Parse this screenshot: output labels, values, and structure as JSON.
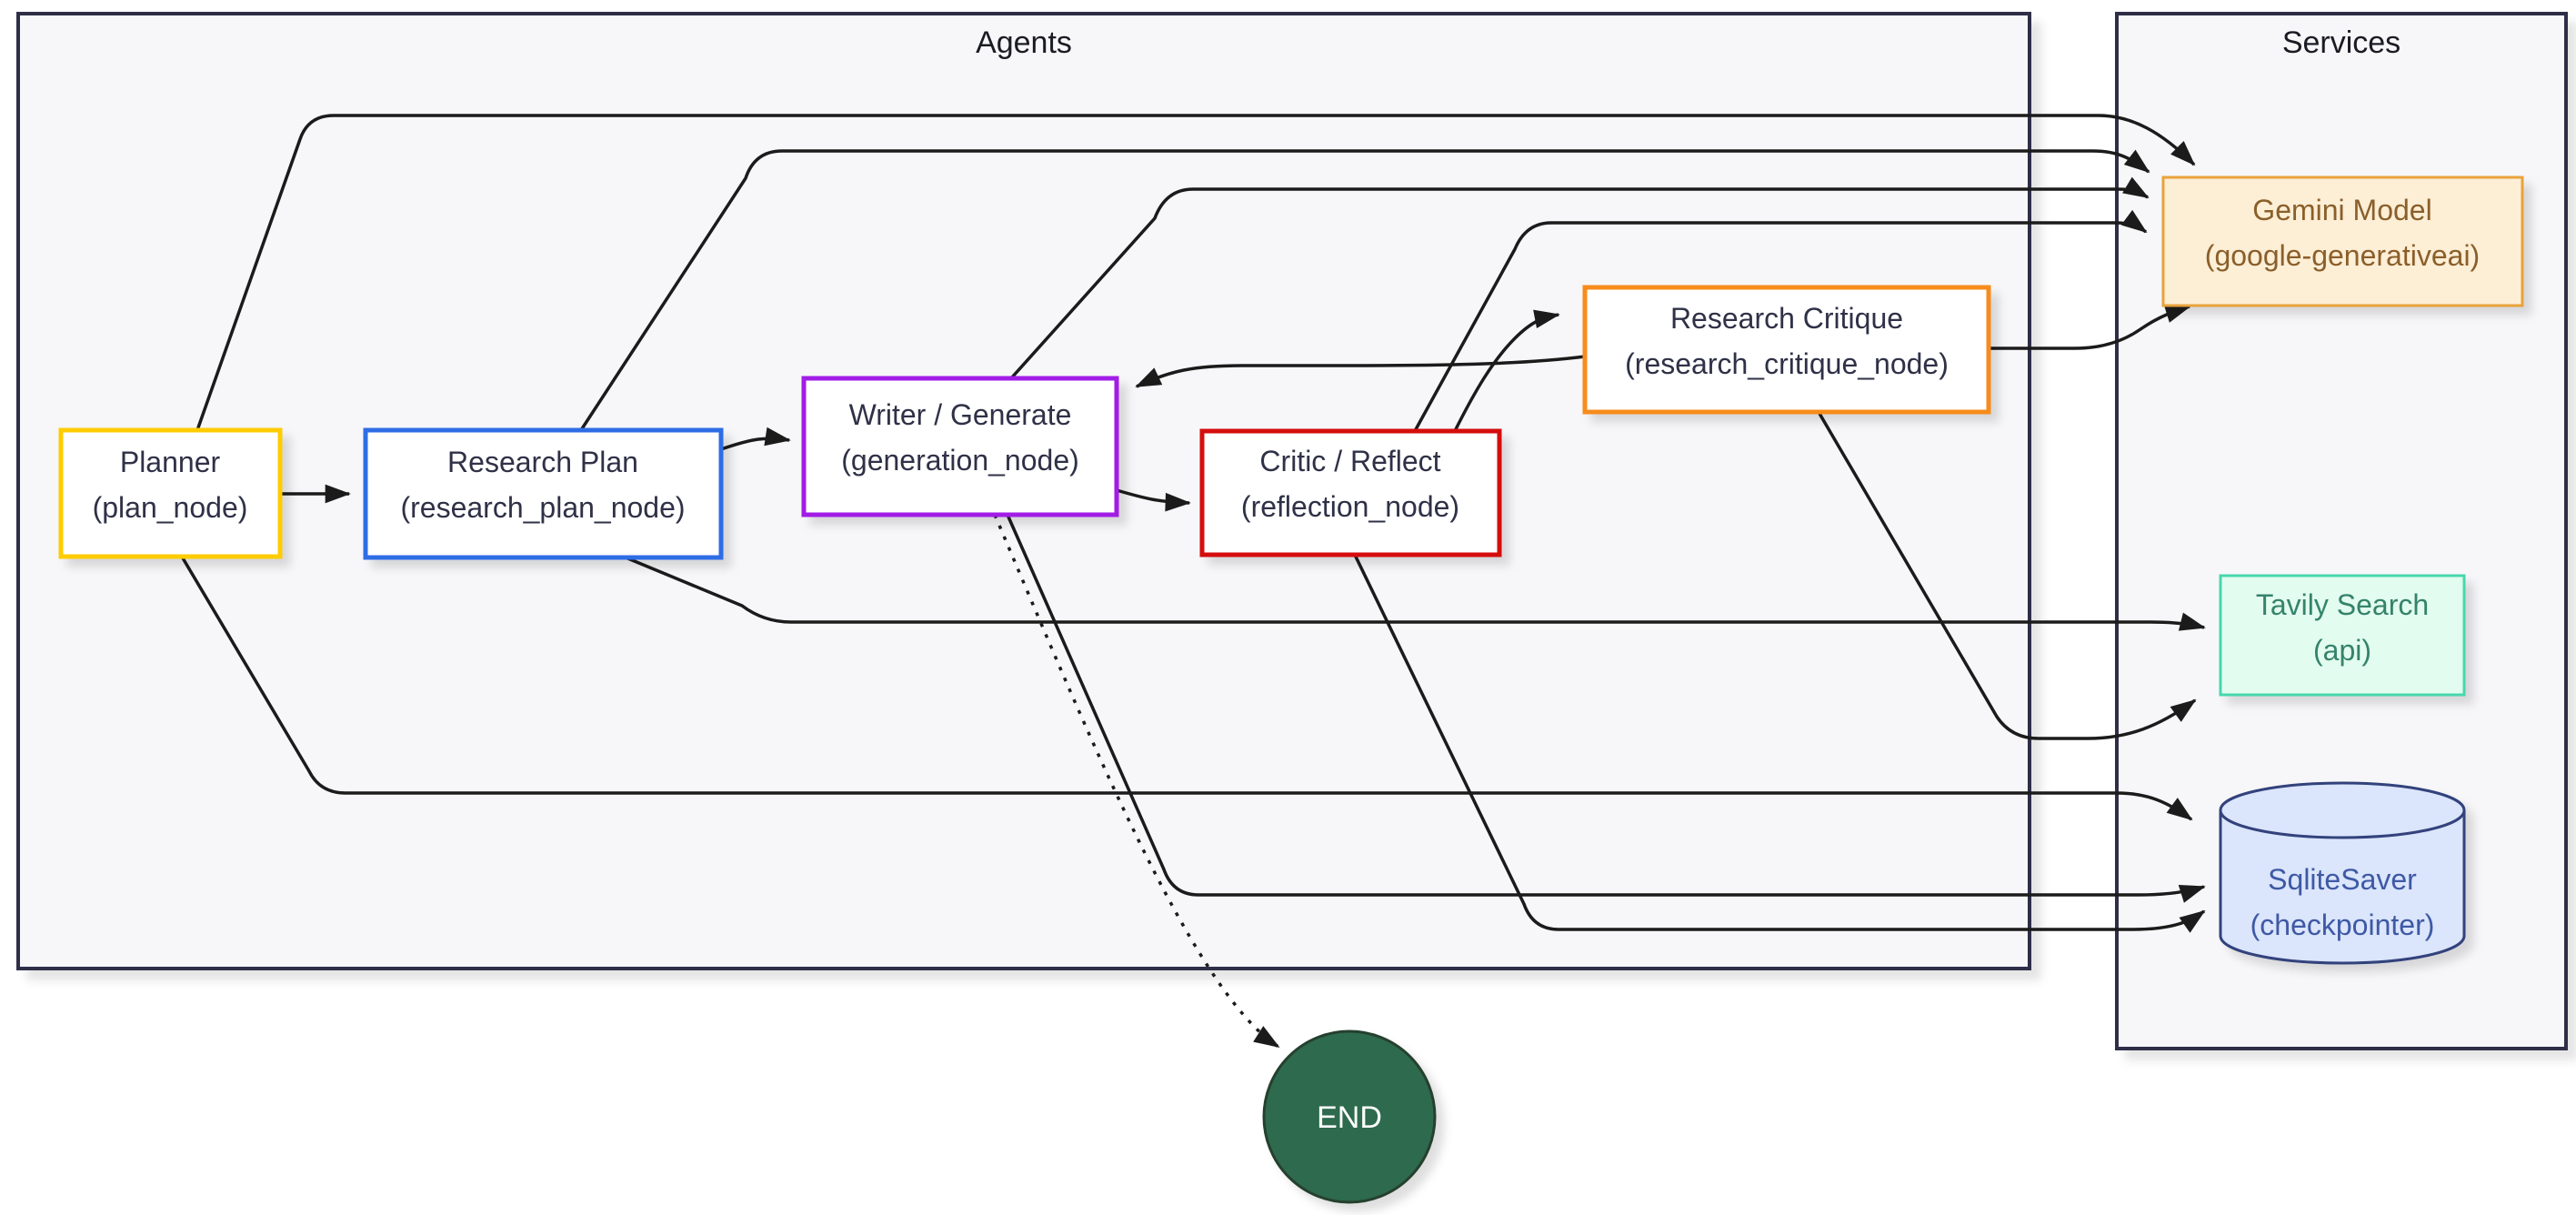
{
  "diagram": {
    "type": "flowchart",
    "clusters": {
      "agents": {
        "label": "Agents"
      },
      "services": {
        "label": "Services"
      }
    },
    "nodes": {
      "planner": {
        "label": "Planner",
        "sublabel": "(plan_node)",
        "border_color": "#ffcc00",
        "fill": "#ffffff"
      },
      "research_plan": {
        "label": "Research Plan",
        "sublabel": "(research_plan_node)",
        "border_color": "#2e6de6",
        "fill": "#ffffff"
      },
      "writer": {
        "label": "Writer / Generate",
        "sublabel": "(generation_node)",
        "border_color": "#a21fe6",
        "fill": "#ffffff"
      },
      "critic": {
        "label": "Critic / Reflect",
        "sublabel": "(reflection_node)",
        "border_color": "#d50a0a",
        "fill": "#ffffff"
      },
      "research_critique": {
        "label": "Research Critique",
        "sublabel": "(research_critique_node)",
        "border_color": "#f78c1f",
        "fill": "#ffffff"
      },
      "gemini": {
        "label": "Gemini Model",
        "sublabel": "(google-generativeai)",
        "border_color": "#e9a23b",
        "fill": "#fdeed6",
        "text_color": "#8a5f2a"
      },
      "tavily": {
        "label": "Tavily Search",
        "sublabel": "(api)",
        "border_color": "#46d7ac",
        "fill": "#e3fcf0",
        "text_color": "#35836b"
      },
      "sqlite": {
        "label": "SqliteSaver",
        "sublabel": "(checkpointer)",
        "border_color": "#33427c",
        "fill": "#dbe5fb",
        "text_color": "#3e59a5",
        "shape": "cylinder"
      },
      "end": {
        "label": "END",
        "fill": "#2d6a4e",
        "border_color": "#27402f",
        "text_color": "#ffffff",
        "shape": "circle"
      }
    },
    "edges": [
      {
        "from": "Planner",
        "to": "Research Plan",
        "style": "solid"
      },
      {
        "from": "Research Plan",
        "to": "Writer / Generate",
        "style": "solid"
      },
      {
        "from": "Writer / Generate",
        "to": "Critic / Reflect",
        "style": "solid"
      },
      {
        "from": "Critic / Reflect",
        "to": "Research Critique",
        "style": "solid"
      },
      {
        "from": "Research Critique",
        "to": "Writer / Generate",
        "style": "solid"
      },
      {
        "from": "Writer / Generate",
        "to": "END",
        "style": "dotted"
      },
      {
        "from": "Planner",
        "to": "Gemini Model",
        "style": "solid"
      },
      {
        "from": "Research Plan",
        "to": "Gemini Model",
        "style": "solid"
      },
      {
        "from": "Writer / Generate",
        "to": "Gemini Model",
        "style": "solid"
      },
      {
        "from": "Critic / Reflect",
        "to": "Gemini Model",
        "style": "solid"
      },
      {
        "from": "Research Critique",
        "to": "Gemini Model",
        "style": "solid"
      },
      {
        "from": "Research Plan",
        "to": "Tavily Search",
        "style": "solid"
      },
      {
        "from": "Research Critique",
        "to": "Tavily Search",
        "style": "solid"
      },
      {
        "from": "Planner",
        "to": "SqliteSaver",
        "style": "solid"
      },
      {
        "from": "Writer / Generate",
        "to": "SqliteSaver",
        "style": "solid"
      },
      {
        "from": "Critic / Reflect",
        "to": "SqliteSaver",
        "style": "solid"
      }
    ],
    "edge_color": "#1b1b1b",
    "cluster_fill": "#f7f7f9",
    "cluster_border": "#2e2e48"
  }
}
